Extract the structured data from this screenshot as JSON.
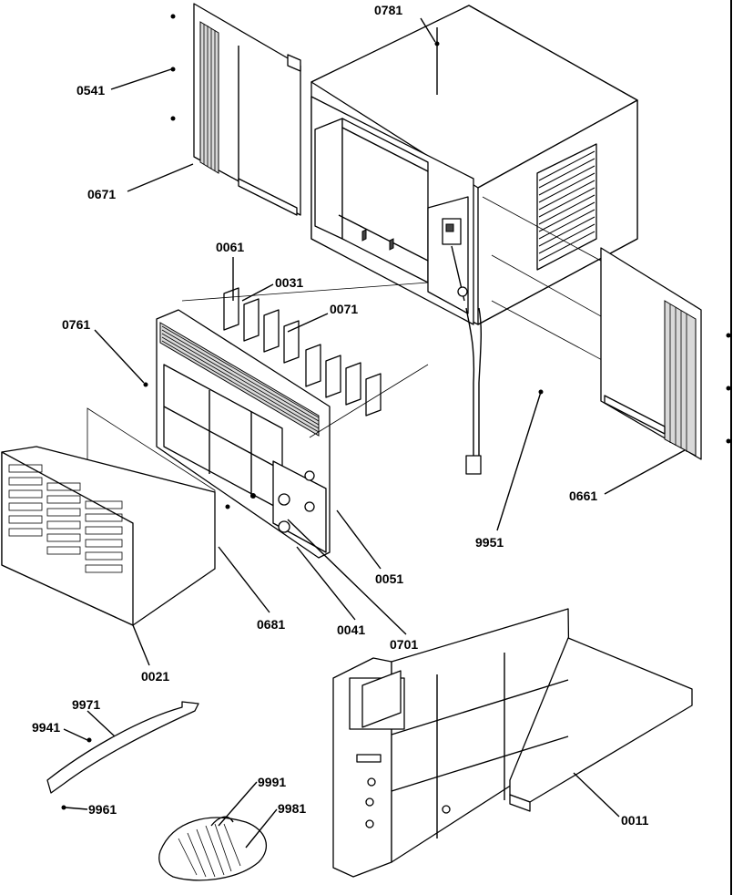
{
  "labels": {
    "l0781": "0781",
    "l0541": "0541",
    "l0671": "0671",
    "l0061": "0061",
    "l0031": "0031",
    "l0071": "0071",
    "l0761": "0761",
    "l0661": "0661",
    "l9951": "9951",
    "l0051": "0051",
    "l0681": "0681",
    "l0041": "0041",
    "l0701": "0701",
    "l0021": "0021",
    "l9971": "9971",
    "l9941": "9941",
    "l9961": "9961",
    "l9991": "9991",
    "l9981": "9981",
    "l0011": "0011"
  }
}
